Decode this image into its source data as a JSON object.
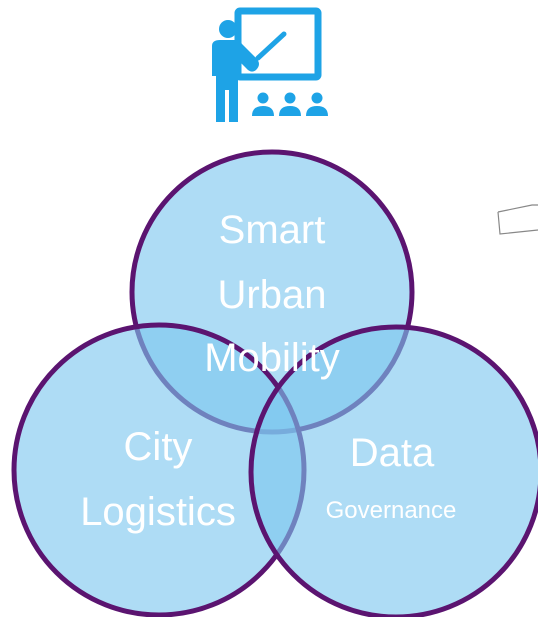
{
  "icon": {
    "name": "teacher-presentation-icon",
    "color": "#1ea3e6"
  },
  "venn": {
    "fill": "#7cc7ef",
    "fill_opacity": 0.62,
    "stroke": "#5b1470",
    "text_color": "#ffffff",
    "circles": [
      {
        "id": "smart-urban-mobility",
        "lines": [
          "Smart",
          "Urban",
          "Mobility"
        ]
      },
      {
        "id": "city-logistics",
        "lines": [
          "City",
          "Logistics"
        ]
      },
      {
        "id": "data-governance",
        "lines": [
          "Data",
          "Governance"
        ]
      }
    ]
  },
  "decor": {
    "name": "page-corner-icon",
    "color": "#888888"
  }
}
